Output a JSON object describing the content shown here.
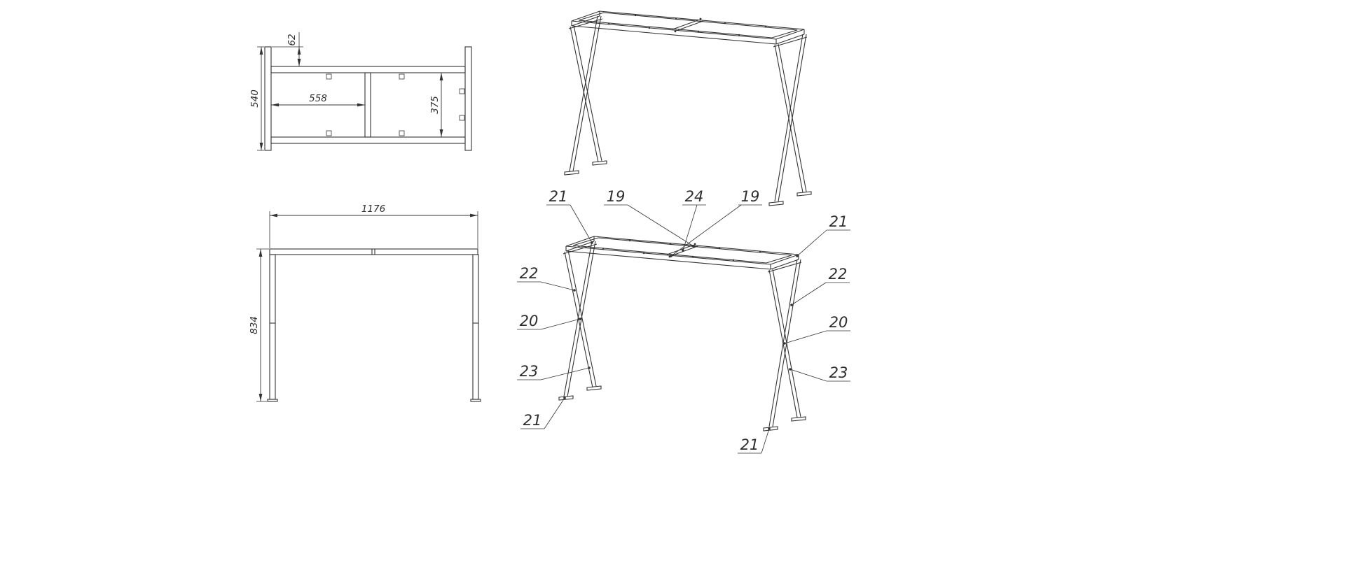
{
  "drawing": {
    "background_color": "#ffffff",
    "line_color": "#333333",
    "views": {
      "top_view": {
        "dims": {
          "flange_offset": "62",
          "overall_depth": "540",
          "inner_length": "558",
          "inner_width": "375"
        }
      },
      "front_view": {
        "dims": {
          "overall_length": "1176",
          "overall_height": "834"
        }
      },
      "callout_view": {
        "callouts": [
          "21",
          "19",
          "24",
          "19",
          "21",
          "22",
          "22",
          "20",
          "20",
          "23",
          "23",
          "21",
          "21"
        ]
      }
    }
  }
}
